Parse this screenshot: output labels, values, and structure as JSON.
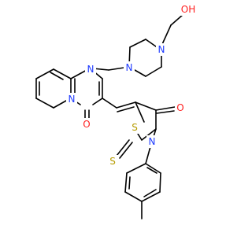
{
  "colors": {
    "bond": "#000000",
    "nitrogen": "#1f3bff",
    "oxygen": "#ff1f1f",
    "sulfur": "#b59b00"
  },
  "atoms": {
    "oh": "OH",
    "n_pip_top": "N",
    "n_pip_bottom": "N",
    "n_pyrimidine": "N",
    "n_bridge": "N",
    "o_ketone_left": "O",
    "s_ring": "S",
    "o_ketone_right": "O",
    "n_thiazolidine": "N",
    "s_thione": "S"
  }
}
